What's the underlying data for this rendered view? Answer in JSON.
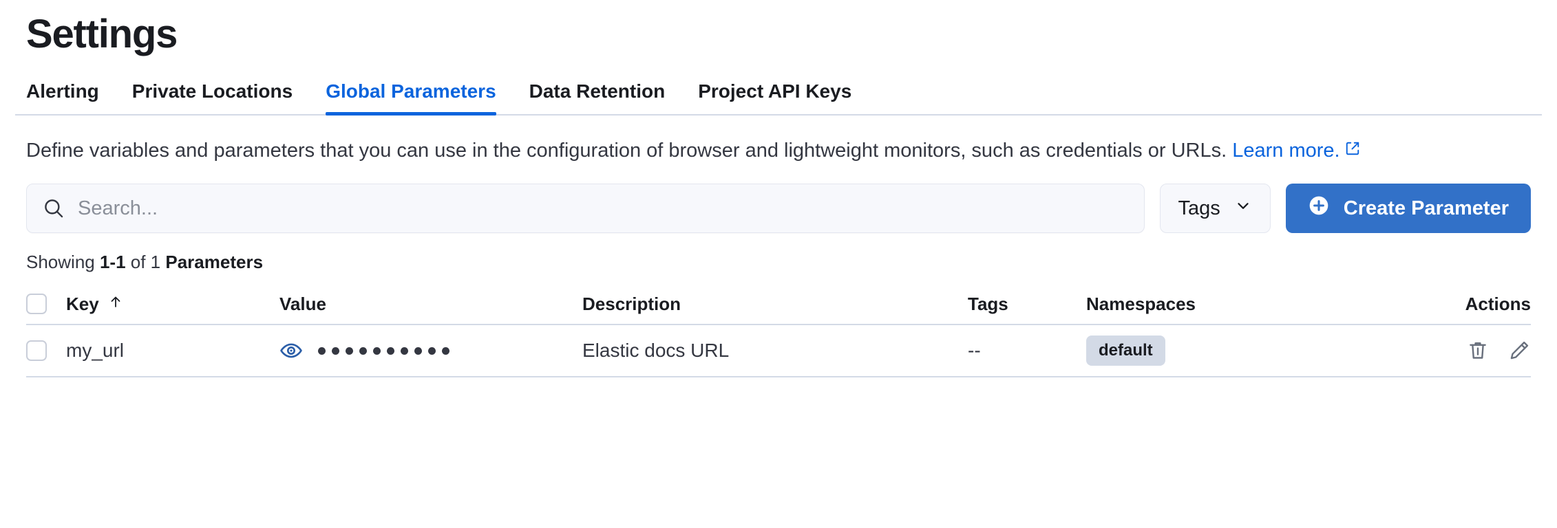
{
  "header": {
    "title": "Settings"
  },
  "tabs": [
    {
      "label": "Alerting",
      "active": false
    },
    {
      "label": "Private Locations",
      "active": false
    },
    {
      "label": "Global Parameters",
      "active": true
    },
    {
      "label": "Data Retention",
      "active": false
    },
    {
      "label": "Project API Keys",
      "active": false
    }
  ],
  "description": {
    "text": "Define variables and parameters that you can use in the configuration of browser and lightweight monitors, such as credentials or URLs. ",
    "link_text": "Learn more.",
    "link_icon": "external-link-icon"
  },
  "controls": {
    "search": {
      "icon": "search-icon",
      "placeholder": "Search...",
      "value": ""
    },
    "tags_filter": {
      "label": "Tags",
      "icon": "chevron-down-icon"
    },
    "create_button": {
      "label": "Create Parameter",
      "icon": "plus-circle-icon"
    }
  },
  "results": {
    "prefix": "Showing ",
    "range": "1-1",
    "middle": " of 1 ",
    "noun": "Parameters"
  },
  "table": {
    "columns": [
      {
        "key": "select",
        "label": ""
      },
      {
        "key": "key",
        "label": "Key",
        "sort_icon": "arrow-up-icon"
      },
      {
        "key": "value",
        "label": "Value"
      },
      {
        "key": "description",
        "label": "Description"
      },
      {
        "key": "tags",
        "label": "Tags"
      },
      {
        "key": "namespaces",
        "label": "Namespaces"
      },
      {
        "key": "actions",
        "label": "Actions"
      }
    ],
    "rows": [
      {
        "key": "my_url",
        "value_icon": "eye-icon",
        "value_masked_dots": 10,
        "description": "Elastic docs URL",
        "tags": "--",
        "namespaces": [
          "default"
        ],
        "actions": [
          "delete-icon",
          "edit-icon"
        ]
      }
    ]
  },
  "colors": {
    "accent": "#0b64dd",
    "primary_button": "#3271c8",
    "border": "#d3dae6",
    "badge_bg": "#d3dae6",
    "text": "#1a1c21",
    "muted_text": "#343741",
    "placeholder": "#8a8f99",
    "eye_icon": "#2b5ea8"
  }
}
